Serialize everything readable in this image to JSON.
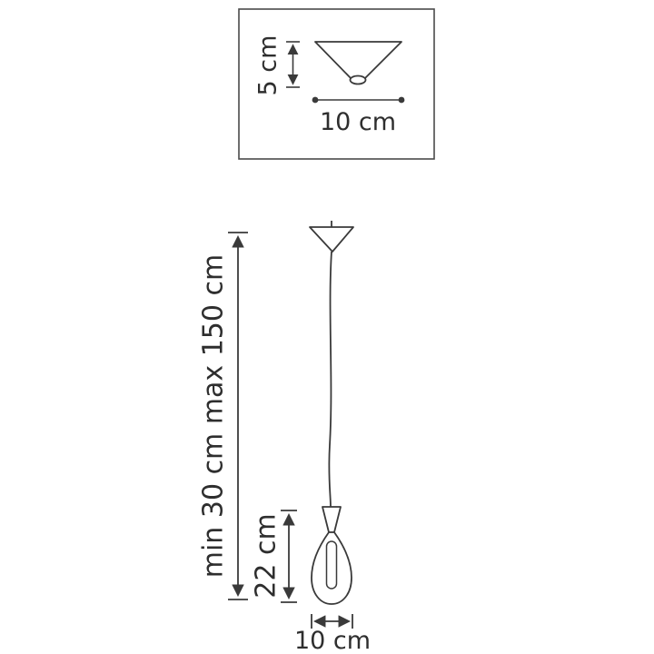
{
  "diagram": {
    "type": "pendant-lamp-dimension-drawing",
    "labels": {
      "canopy_height": "5 cm",
      "canopy_width": "10 cm",
      "cord_length": "min 30 cm max 150 cm",
      "bulb_height": "22 cm",
      "bulb_width": "10 cm"
    },
    "colors": {
      "line": "#3a3a3a",
      "text": "#2e2e2e",
      "background": "#ffffff"
    }
  }
}
